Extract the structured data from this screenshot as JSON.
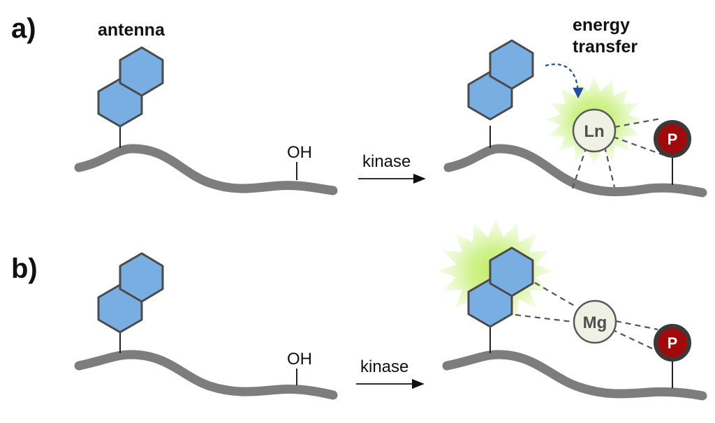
{
  "panels": {
    "a": {
      "label": "a)",
      "antenna_label": "antenna",
      "oh_label": "OH",
      "arrow_label": "kinase",
      "transfer_label_line1": "energy",
      "transfer_label_line2": "transfer",
      "metal_label": "Ln",
      "phosphate_label": "P"
    },
    "b": {
      "label": "b)",
      "oh_label": "OH",
      "arrow_label": "kinase",
      "metal_label": "Mg",
      "phosphate_label": "P"
    }
  },
  "colors": {
    "hexagon_fill": "#79aee3",
    "backbone": "#7d7d7d",
    "glow": "#b7ec57",
    "phosphate": "#a10a0a",
    "metal": "#eef1e3",
    "transfer_arrow": "#1f4e9a"
  }
}
